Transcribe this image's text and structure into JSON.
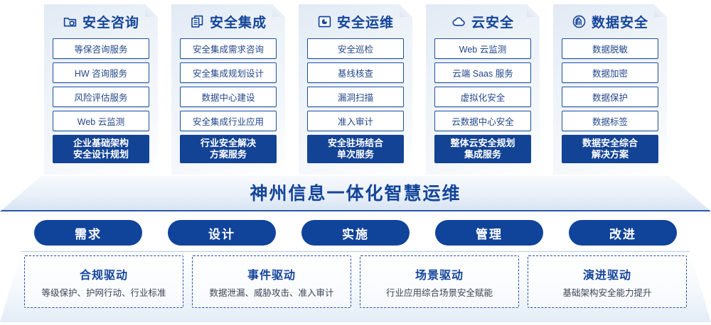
{
  "columns": [
    {
      "icon": "folder-shield-icon",
      "title": "安全咨询",
      "items": [
        "等保咨询服务",
        "HW 咨询服务",
        "风险评估服务",
        "Web 云监测"
      ],
      "highlight": [
        "企业基础架构",
        "安全设计规划"
      ]
    },
    {
      "icon": "stacked-documents-icon",
      "title": "安全集成",
      "items": [
        "安全集成需求咨询",
        "安全集成规划设计",
        "数据中心建设",
        "安全集成行业应用"
      ],
      "highlight": [
        "行业安全解决",
        "方案服务"
      ]
    },
    {
      "icon": "monitor-pie-chart-icon",
      "title": "安全运维",
      "items": [
        "安全巡检",
        "基线核查",
        "漏洞扫描",
        "准入审计"
      ],
      "highlight": [
        "安全驻场结合",
        "单次服务"
      ]
    },
    {
      "icon": "cloud-icon",
      "title": "云安全",
      "items": [
        "Web 云监测",
        "云端 Saas 服务",
        "虚拟化安全",
        "云数据中心安全"
      ],
      "highlight": [
        "整体云安全规划",
        "集成服务"
      ]
    },
    {
      "icon": "fingerprint-icon",
      "title": "数据安全",
      "items": [
        "数据脱敏",
        "数据加密",
        "数据保护",
        "数据标签"
      ],
      "highlight": [
        "数据安全综合",
        "解决方案"
      ]
    }
  ],
  "banner": {
    "title": "神州信息一体化智慧运维"
  },
  "pills": [
    {
      "label": "需求"
    },
    {
      "label": "设计"
    },
    {
      "label": "实施"
    },
    {
      "label": "管理"
    },
    {
      "label": "改进"
    }
  ],
  "drivers": [
    {
      "title": "合规驱动",
      "subtitle": "等级保护、护网行动、行业标准"
    },
    {
      "title": "事件驱动",
      "subtitle": "数据泄漏、威胁攻击、准入审计"
    },
    {
      "title": "场景驱动",
      "subtitle": "行业应用综合场景安全赋能"
    },
    {
      "title": "演进驱动",
      "subtitle": "基础架构安全能力提升"
    }
  ],
  "colors": {
    "brand_blue": "#14459b",
    "solid_blue": "#134395",
    "pill_blue": "#10439a",
    "border_blue": "#1d4fa0",
    "panel_light": "#eef3f9"
  }
}
